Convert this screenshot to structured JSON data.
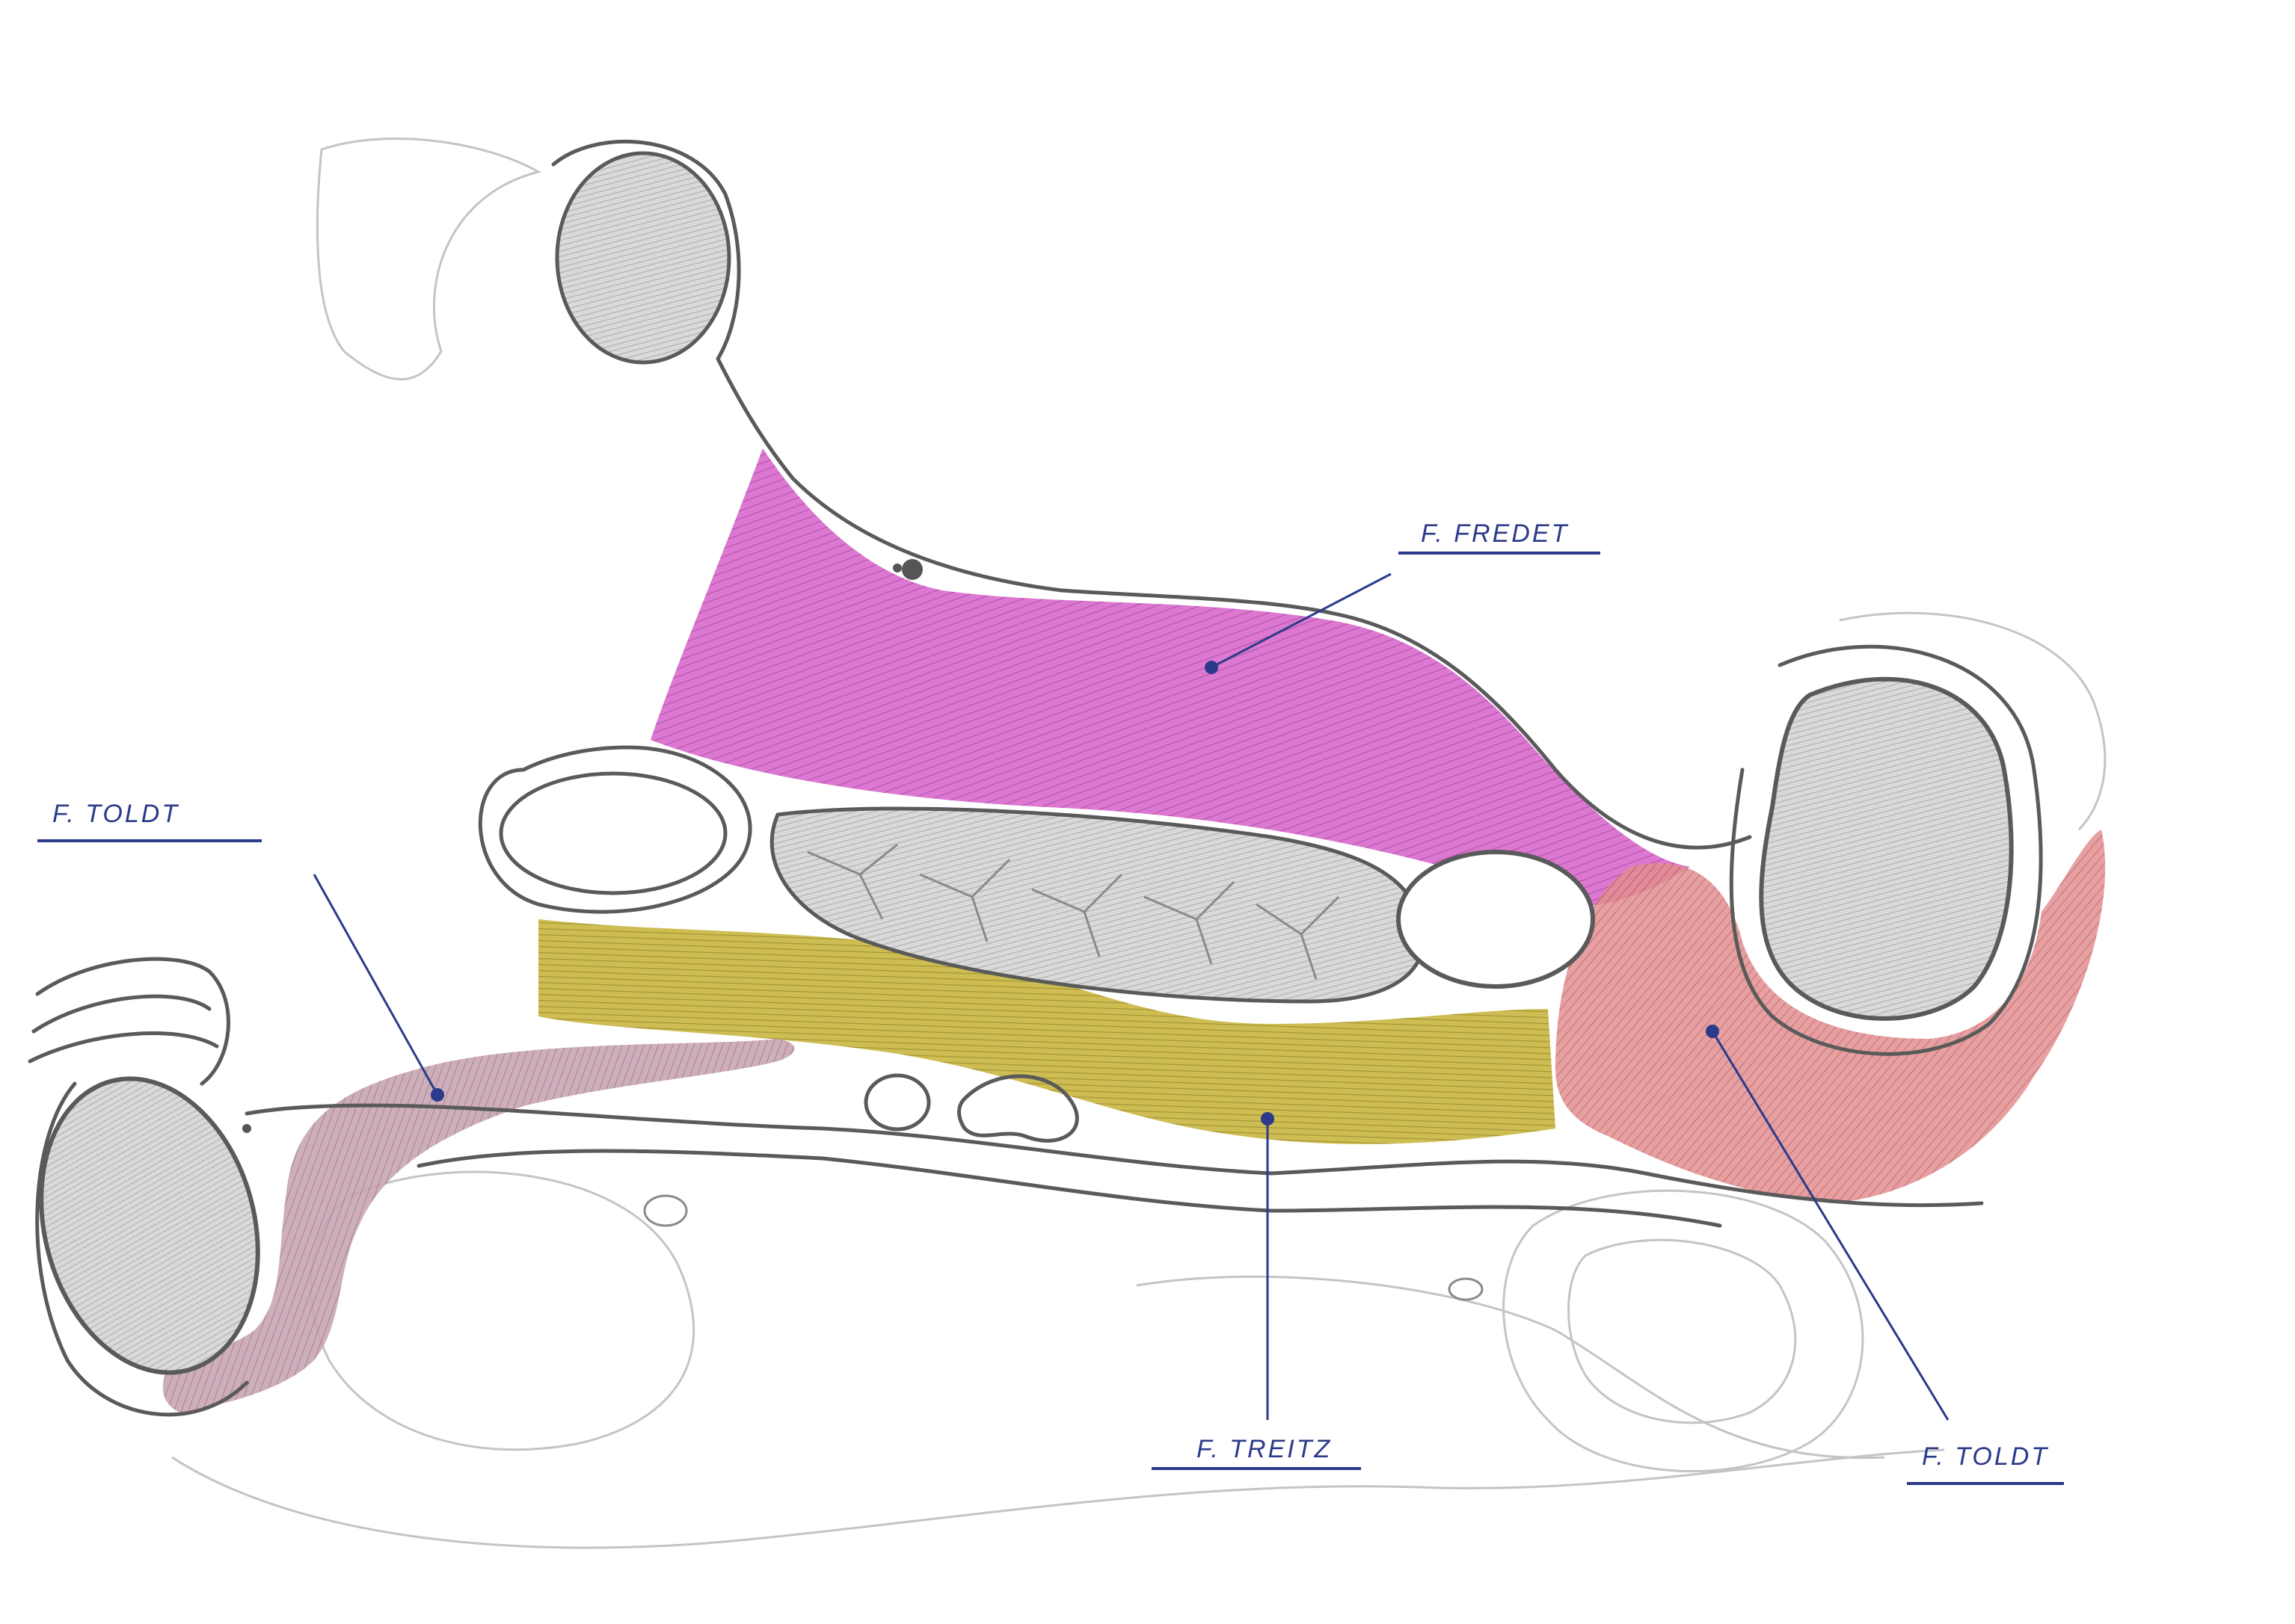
{
  "labels": {
    "fredet": "F. FREDET",
    "toldt_left": "F. TOLDT",
    "treitz": "F. TREITZ",
    "toldt_right": "F. TOLDT"
  },
  "colors": {
    "fredet_fascia": "#c94fbf",
    "treitz_fascia": "#b8a52a",
    "toldt_right_fascia": "#d9787a",
    "toldt_left_fascia": "#b48a9a",
    "organ_shading": "#c8c8c8",
    "label_ink": "#2b3a8a",
    "pencil": "#5a5a5a"
  },
  "icons": {
    "vessel": "small-vessel-icon",
    "leader_end": "leader-dot-icon"
  }
}
